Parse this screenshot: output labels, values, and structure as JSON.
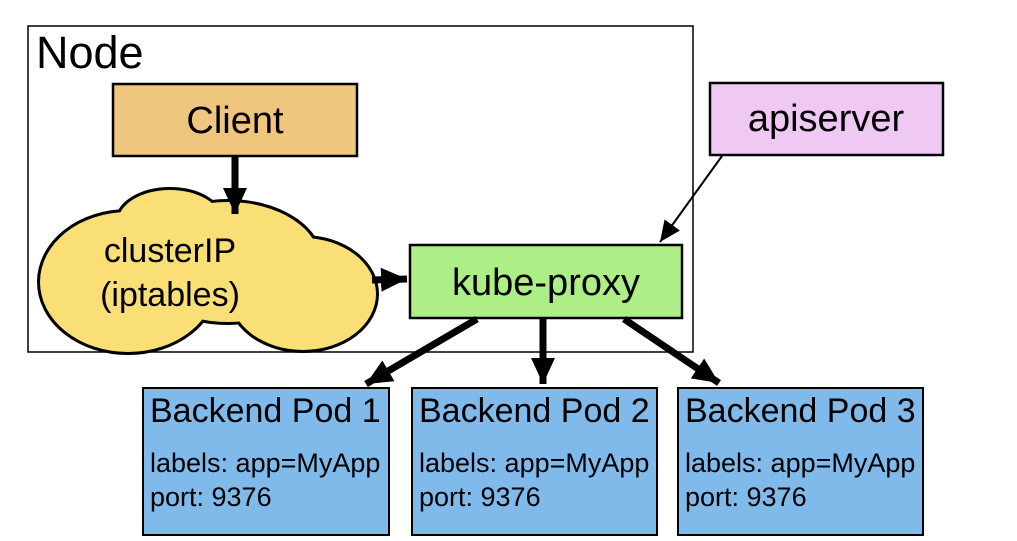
{
  "diagram": {
    "node_label": "Node",
    "client": {
      "label": "Client",
      "fill": "#efc67e"
    },
    "cluster_ip": {
      "line1": "clusterIP",
      "line2": "(iptables)",
      "fill": "#fadf76"
    },
    "kube_proxy": {
      "label": "kube-proxy",
      "fill": "#aeee86"
    },
    "apiserver": {
      "label": "apiserver",
      "fill": "#efc8f3"
    },
    "pod_fill": "#80baeb",
    "pods": [
      {
        "title": "Backend Pod 1",
        "labels_line": "labels: app=MyApp",
        "port_line": "port: 9376"
      },
      {
        "title": "Backend Pod 2",
        "labels_line": "labels: app=MyApp",
        "port_line": "port: 9376"
      },
      {
        "title": "Backend Pod 3",
        "labels_line": "labels: app=MyApp",
        "port_line": "port: 9376"
      }
    ],
    "edges": [
      {
        "from": "client",
        "to": "cluster-ip"
      },
      {
        "from": "cluster-ip",
        "to": "kube-proxy"
      },
      {
        "from": "apiserver",
        "to": "kube-proxy"
      },
      {
        "from": "kube-proxy",
        "to": "backend-pod-1"
      },
      {
        "from": "kube-proxy",
        "to": "backend-pod-2"
      },
      {
        "from": "kube-proxy",
        "to": "backend-pod-3"
      }
    ]
  }
}
